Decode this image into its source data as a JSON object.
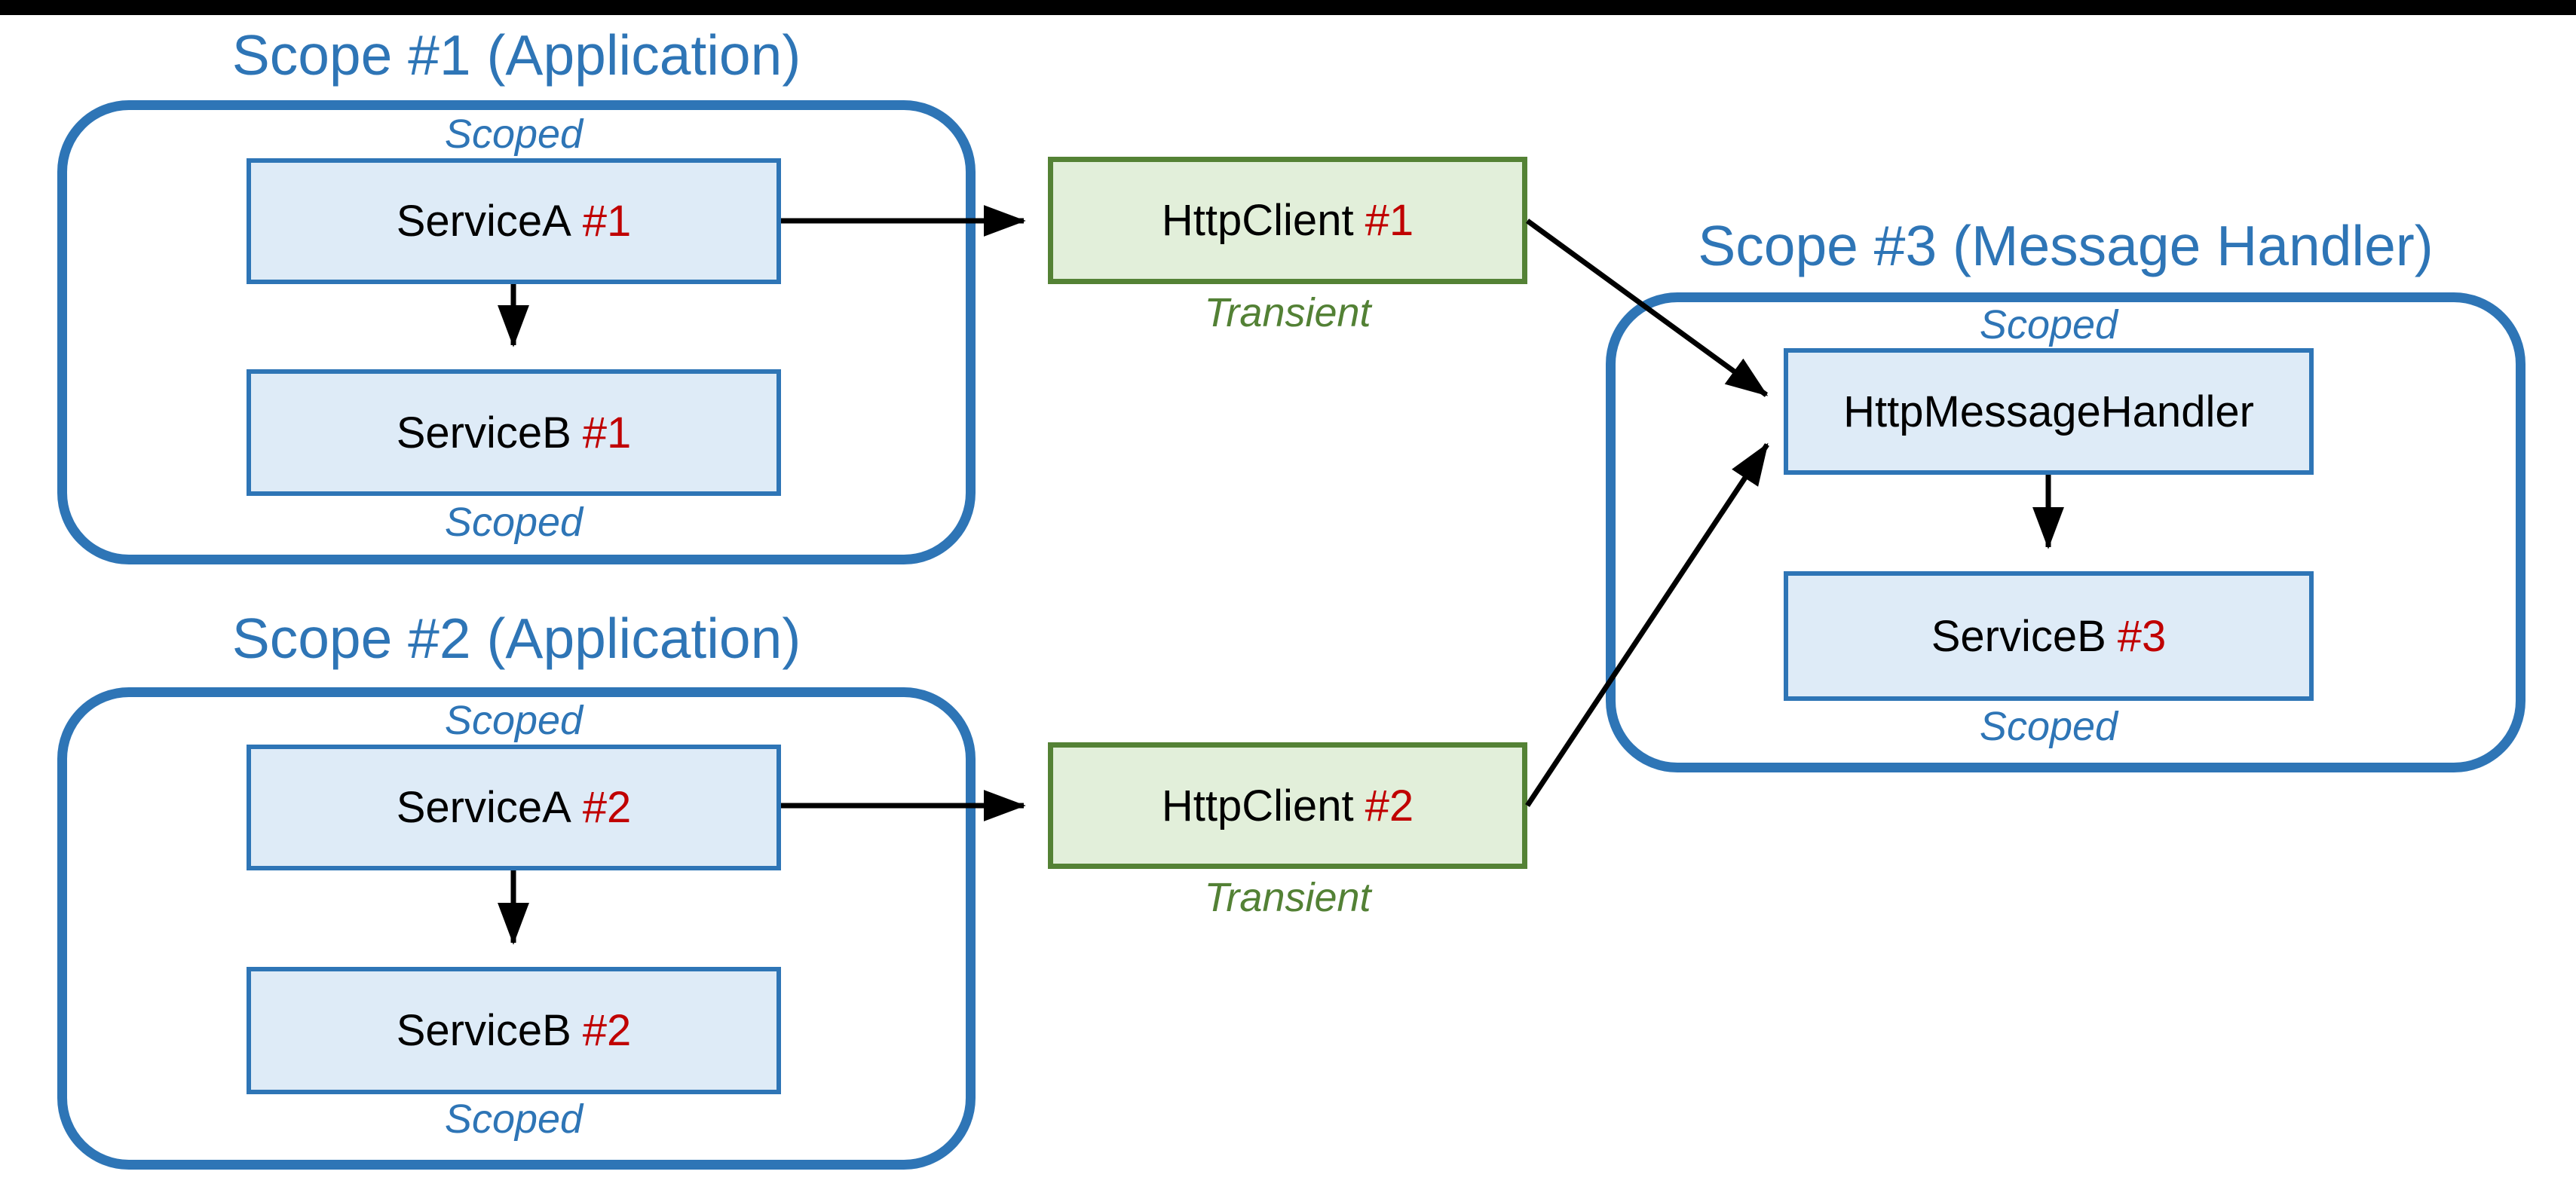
{
  "diagram": {
    "description": "HttpClient dependency-injection scope diagram",
    "colors": {
      "scope_border_blue": "#2E75B6",
      "service_fill_blue": "#DEEBF7",
      "client_fill_green": "#E2EFDA",
      "client_border_green": "#548235",
      "transient_text_green": "#538135",
      "instance_red": "#C00000",
      "arrow_black": "#000000",
      "letterbox_black": "#000000"
    }
  },
  "scopes": [
    {
      "title": "Scope #1 (Application)",
      "scoped_top": "Scoped",
      "scoped_bottom": "Scoped",
      "services": [
        {
          "name": "ServiceA",
          "instance": "#1"
        },
        {
          "name": "ServiceB",
          "instance": "#1"
        }
      ]
    },
    {
      "title": "Scope #2 (Application)",
      "scoped_top": "Scoped",
      "scoped_bottom": "Scoped",
      "services": [
        {
          "name": "ServiceA",
          "instance": "#2"
        },
        {
          "name": "ServiceB",
          "instance": "#2"
        }
      ]
    },
    {
      "title": "Scope #3 (Message Handler)",
      "scoped_top": "Scoped",
      "scoped_bottom": "Scoped",
      "services": [
        {
          "name": "HttpMessageHandler",
          "instance": ""
        },
        {
          "name": "ServiceB",
          "instance": "#3"
        }
      ]
    }
  ],
  "http_clients": [
    {
      "name": "HttpClient",
      "instance": "#1",
      "lifetime": "Transient"
    },
    {
      "name": "HttpClient",
      "instance": "#2",
      "lifetime": "Transient"
    }
  ]
}
